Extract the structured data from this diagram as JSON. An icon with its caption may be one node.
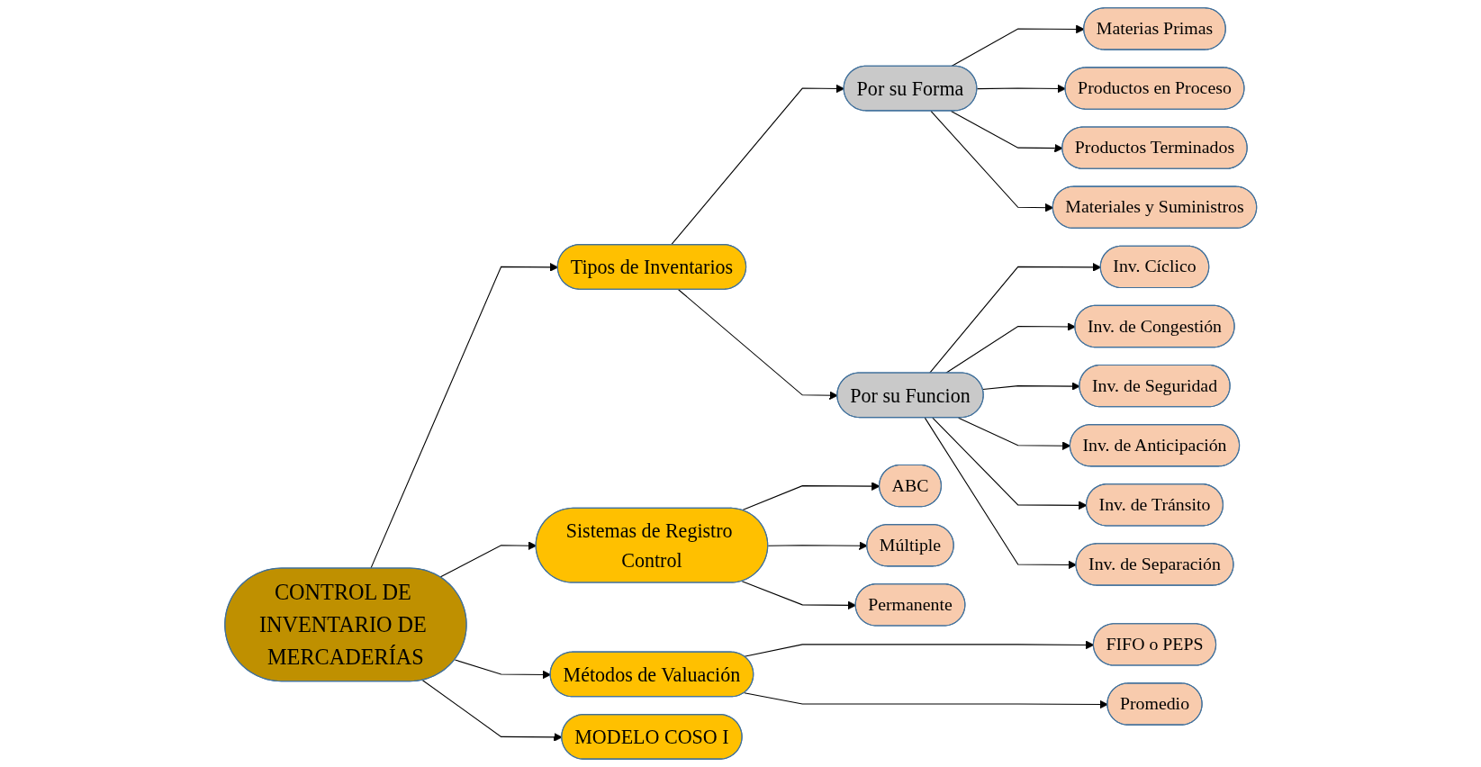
{
  "diagram": {
    "nodes": [
      {
        "text": [
          "CONTROL DE INVENTARIO DE MERCADERÍAS"
        ]
      },
      {
        "text": [
          "Tipos de Inventarios"
        ]
      },
      {
        "text": [
          "Métodos de Valuación"
        ]
      },
      {
        "text": [
          "Sistemas de Registro Control"
        ]
      },
      {
        "text": [
          "MODELO COSO I"
        ]
      },
      {
        "text": [
          "Por su Forma"
        ]
      },
      {
        "text": [
          "Por su Funcion"
        ]
      },
      {
        "text": [
          "Materias Primas"
        ]
      },
      {
        "text": [
          "Productos en Proceso"
        ]
      },
      {
        "text": [
          "Productos Terminados"
        ]
      },
      {
        "text": [
          "Materiales y Suministros"
        ]
      },
      {
        "text": [
          "Inv. Cíclico"
        ]
      },
      {
        "text": [
          "Inv. de Congestión"
        ]
      },
      {
        "text": [
          "Inv. de Seguridad"
        ]
      },
      {
        "text": [
          "Inv. de Anticipación"
        ]
      },
      {
        "text": [
          "Inv. de Tránsito"
        ]
      },
      {
        "text": [
          "Inv. de Separación"
        ]
      },
      {
        "text": [
          "FIFO o PEPS"
        ]
      },
      {
        "text": [
          "Promedio"
        ]
      },
      {
        "text": [
          "ABC"
        ]
      },
      {
        "text": [
          "Múltiple"
        ]
      },
      {
        "text": [
          "Permanente"
        ]
      }
    ],
    "edges": [
      {
        "from": 0,
        "to": 1,
        "arrow": "to"
      },
      {
        "from": 0,
        "to": 2,
        "arrow": "to"
      },
      {
        "from": 0,
        "to": 3,
        "arrow": "to"
      },
      {
        "from": 0,
        "to": 4,
        "arrow": "to"
      },
      {
        "from": 1,
        "to": 5,
        "arrow": "to"
      },
      {
        "from": 1,
        "to": 6,
        "arrow": "to"
      },
      {
        "from": 5,
        "to": 7,
        "arrow": "to"
      },
      {
        "from": 5,
        "to": 8,
        "arrow": "to"
      },
      {
        "from": 5,
        "to": 9,
        "arrow": "to"
      },
      {
        "from": 5,
        "to": 10,
        "arrow": "to"
      },
      {
        "from": 6,
        "to": 11,
        "arrow": "to"
      },
      {
        "from": 6,
        "to": 12,
        "arrow": "to"
      },
      {
        "from": 6,
        "to": 13,
        "arrow": "to"
      },
      {
        "from": 6,
        "to": 14,
        "arrow": "to"
      },
      {
        "from": 6,
        "to": 15,
        "arrow": "to"
      },
      {
        "from": 6,
        "to": 16,
        "arrow": "to"
      },
      {
        "from": 2,
        "to": 17,
        "arrow": "to"
      },
      {
        "from": 2,
        "to": 18,
        "arrow": "to"
      },
      {
        "from": 3,
        "to": 19,
        "arrow": "to"
      },
      {
        "from": 3,
        "to": 20,
        "arrow": "to"
      },
      {
        "from": 3,
        "to": 21,
        "arrow": "to"
      }
    ]
  }
}
